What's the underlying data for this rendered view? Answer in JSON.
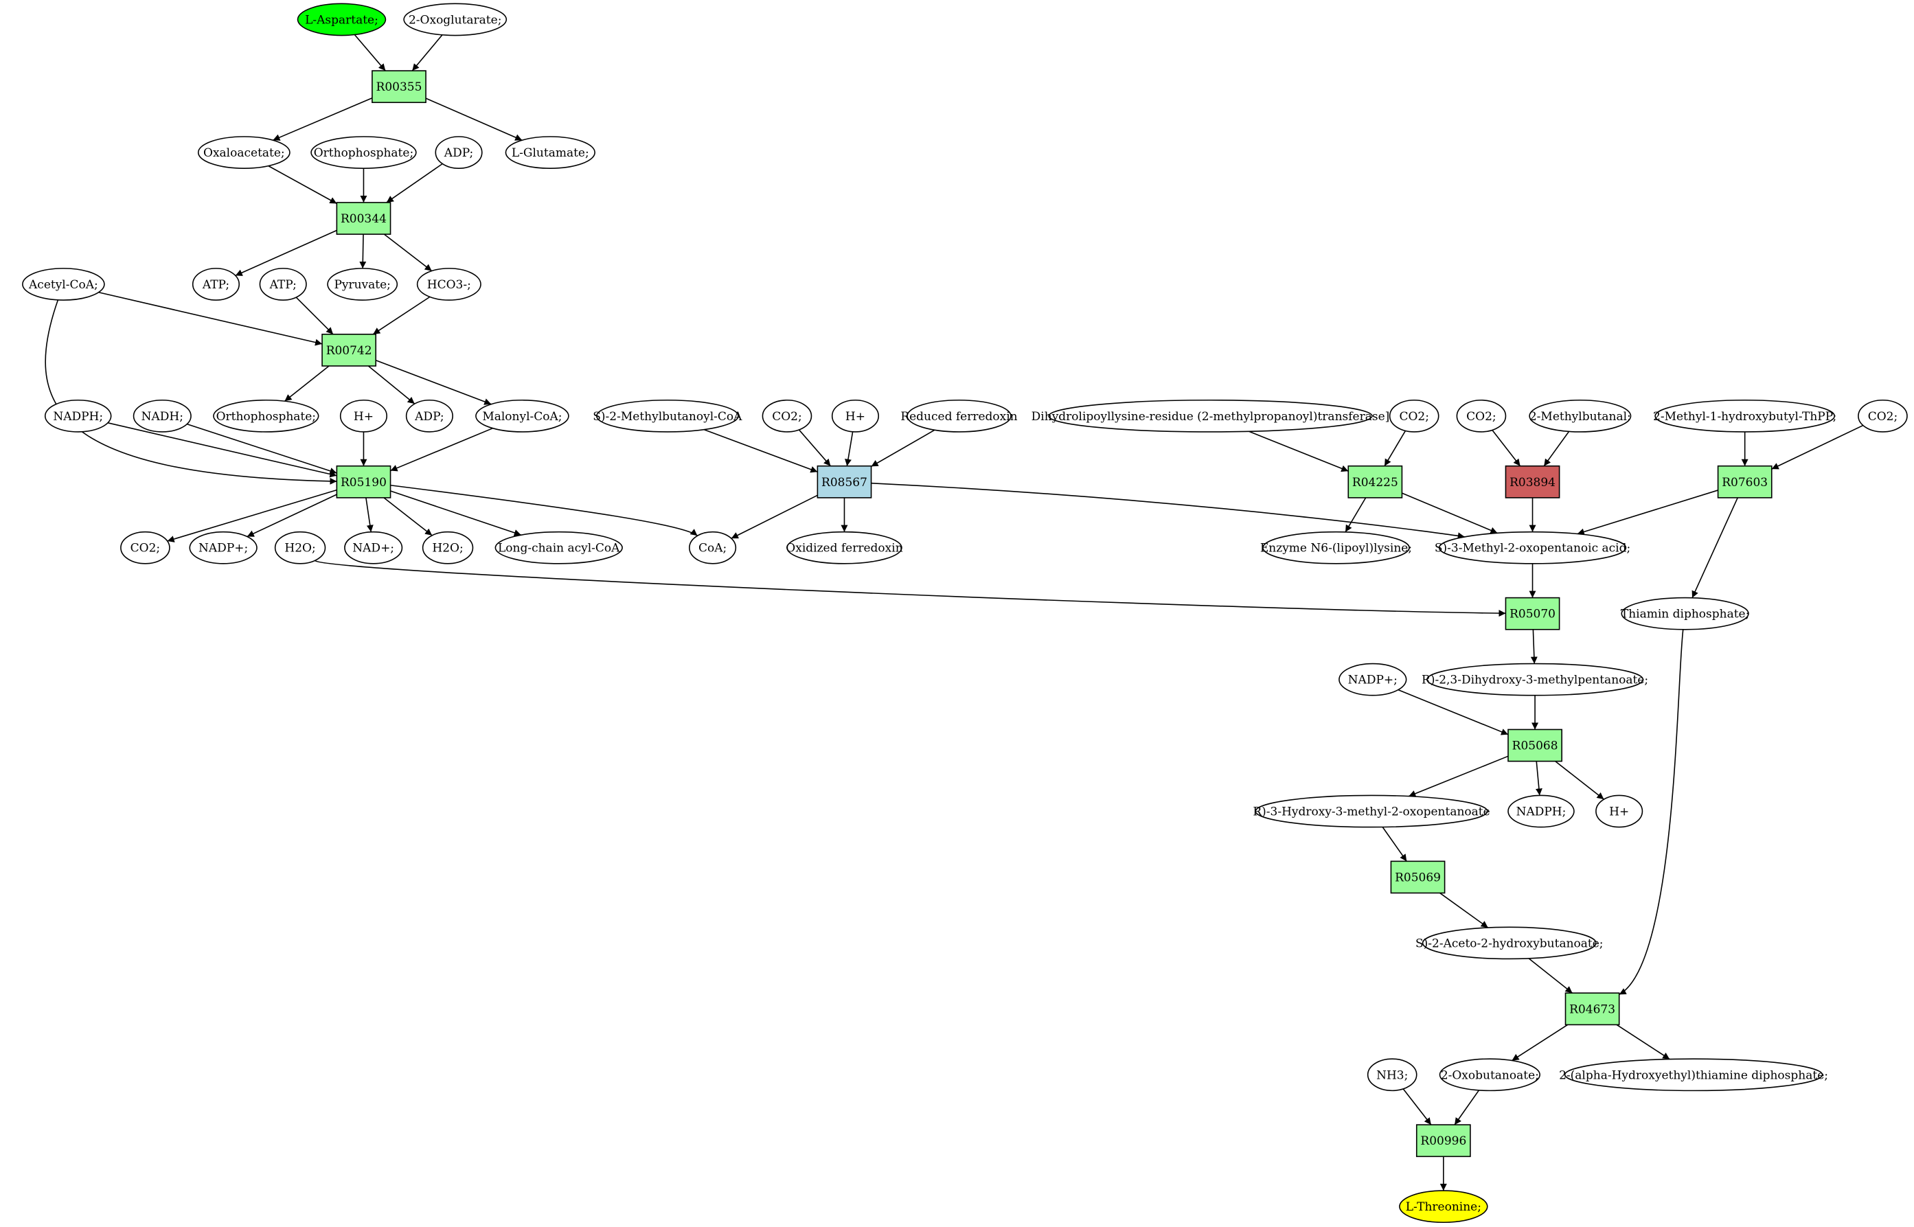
{
  "colors": {
    "start": "#00ff00",
    "end": "#ffff00",
    "reaction": "#98fb98",
    "reaction_alt": "#add8e6",
    "reaction_blocked": "#cd5c5c",
    "compound": "#ffffff"
  },
  "nodes": [
    {
      "id": "aspartate",
      "label": "L-Aspartate;",
      "kind": "compound",
      "fill": "start"
    },
    {
      "id": "oxoglutarate",
      "label": "2-Oxoglutarate;",
      "kind": "compound"
    },
    {
      "id": "r00355",
      "label": "R00355",
      "kind": "reaction",
      "fill": "reaction"
    },
    {
      "id": "oxaloacetate",
      "label": "Oxaloacetate;",
      "kind": "compound"
    },
    {
      "id": "orthophosphate1",
      "label": "Orthophosphate;",
      "kind": "compound"
    },
    {
      "id": "adp1",
      "label": "ADP;",
      "kind": "compound"
    },
    {
      "id": "glutamate",
      "label": "L-Glutamate;",
      "kind": "compound"
    },
    {
      "id": "r00344",
      "label": "R00344",
      "kind": "reaction",
      "fill": "reaction"
    },
    {
      "id": "acetylcoa",
      "label": "Acetyl-CoA;",
      "kind": "compound"
    },
    {
      "id": "atp1",
      "label": "ATP;",
      "kind": "compound"
    },
    {
      "id": "atp2",
      "label": "ATP;",
      "kind": "compound"
    },
    {
      "id": "pyruvate",
      "label": "Pyruvate;",
      "kind": "compound"
    },
    {
      "id": "hco3",
      "label": "HCO3-;",
      "kind": "compound"
    },
    {
      "id": "r00742",
      "label": "R00742",
      "kind": "reaction",
      "fill": "reaction"
    },
    {
      "id": "nadph1",
      "label": "NADPH;",
      "kind": "compound"
    },
    {
      "id": "nadh",
      "label": "NADH;",
      "kind": "compound"
    },
    {
      "id": "orthophosphate2",
      "label": "Orthophosphate;",
      "kind": "compound"
    },
    {
      "id": "hplus1",
      "label": "H+",
      "kind": "compound"
    },
    {
      "id": "adp2",
      "label": "ADP;",
      "kind": "compound"
    },
    {
      "id": "malonylcoa",
      "label": "Malonyl-CoA;",
      "kind": "compound"
    },
    {
      "id": "r05190",
      "label": "R05190",
      "kind": "reaction",
      "fill": "reaction"
    },
    {
      "id": "co2a",
      "label": "CO2;",
      "kind": "compound"
    },
    {
      "id": "nadp1",
      "label": "NADP+;",
      "kind": "compound"
    },
    {
      "id": "h2o1",
      "label": "H2O;",
      "kind": "compound"
    },
    {
      "id": "nad",
      "label": "NAD+;",
      "kind": "compound"
    },
    {
      "id": "h2o2",
      "label": "H2O;",
      "kind": "compound"
    },
    {
      "id": "longchain",
      "label": "Long-chain acyl-CoA",
      "kind": "compound"
    },
    {
      "id": "coa",
      "label": "CoA;",
      "kind": "compound"
    },
    {
      "id": "methylbutanoylcoa",
      "label": "S)-2-Methylbutanoyl-CoA",
      "kind": "compound"
    },
    {
      "id": "co2b",
      "label": "CO2;",
      "kind": "compound"
    },
    {
      "id": "hplus2",
      "label": "H+",
      "kind": "compound"
    },
    {
      "id": "redferredoxin",
      "label": "Reduced ferredoxin",
      "kind": "compound"
    },
    {
      "id": "r08567",
      "label": "R08567",
      "kind": "reaction",
      "fill": "reaction_alt"
    },
    {
      "id": "oxferredoxin",
      "label": "Oxidized ferredoxin",
      "kind": "compound"
    },
    {
      "id": "dihydrolipoyllysine",
      "label": "Dihydrolipoyllysine-residue (2-methylpropanoyl)transferase]",
      "kind": "compound"
    },
    {
      "id": "co2c",
      "label": "CO2;",
      "kind": "compound"
    },
    {
      "id": "r04225",
      "label": "R04225",
      "kind": "reaction",
      "fill": "reaction"
    },
    {
      "id": "enzymen6",
      "label": "Enzyme N6-(lipoyl)lysine;",
      "kind": "compound"
    },
    {
      "id": "co2d",
      "label": "CO2;",
      "kind": "compound"
    },
    {
      "id": "methylbutanal",
      "label": "2-Methylbutanal;",
      "kind": "compound"
    },
    {
      "id": "r03894",
      "label": "R03894",
      "kind": "reaction",
      "fill": "reaction_blocked"
    },
    {
      "id": "methylhydroxybutylthpp",
      "label": "2-Methyl-1-hydroxybutyl-ThPP;",
      "kind": "compound"
    },
    {
      "id": "co2e",
      "label": "CO2;",
      "kind": "compound"
    },
    {
      "id": "r07603",
      "label": "R07603",
      "kind": "reaction",
      "fill": "reaction"
    },
    {
      "id": "oxopentanoic",
      "label": "S)-3-Methyl-2-oxopentanoic acid;",
      "kind": "compound"
    },
    {
      "id": "thiamin",
      "label": "Thiamin diphosphate;",
      "kind": "compound"
    },
    {
      "id": "r05070",
      "label": "R05070",
      "kind": "reaction",
      "fill": "reaction"
    },
    {
      "id": "nadp2",
      "label": "NADP+;",
      "kind": "compound"
    },
    {
      "id": "dihydroxy",
      "label": "R)-2,3-Dihydroxy-3-methylpentanoate;",
      "kind": "compound"
    },
    {
      "id": "r05068",
      "label": "R05068",
      "kind": "reaction",
      "fill": "reaction"
    },
    {
      "id": "hydroxymethyl",
      "label": "R)-3-Hydroxy-3-methyl-2-oxopentanoate",
      "kind": "compound"
    },
    {
      "id": "nadph2",
      "label": "NADPH;",
      "kind": "compound"
    },
    {
      "id": "hplus3",
      "label": "H+",
      "kind": "compound"
    },
    {
      "id": "r05069",
      "label": "R05069",
      "kind": "reaction",
      "fill": "reaction"
    },
    {
      "id": "acetohydroxy",
      "label": "S)-2-Aceto-2-hydroxybutanoate;",
      "kind": "compound"
    },
    {
      "id": "r04673",
      "label": "R04673",
      "kind": "reaction",
      "fill": "reaction"
    },
    {
      "id": "nh3",
      "label": "NH3;",
      "kind": "compound"
    },
    {
      "id": "oxobutanoate",
      "label": "2-Oxobutanoate;",
      "kind": "compound"
    },
    {
      "id": "hydroxyethylthpp",
      "label": "2-(alpha-Hydroxyethyl)thiamine diphosphate;",
      "kind": "compound"
    },
    {
      "id": "r00996",
      "label": "R00996",
      "kind": "reaction",
      "fill": "reaction"
    },
    {
      "id": "threonine",
      "label": "L-Threonine;",
      "kind": "compound",
      "fill": "end"
    }
  ],
  "edges": [
    [
      "aspartate",
      "r00355"
    ],
    [
      "oxoglutarate",
      "r00355"
    ],
    [
      "r00355",
      "oxaloacetate"
    ],
    [
      "r00355",
      "glutamate"
    ],
    [
      "oxaloacetate",
      "r00344"
    ],
    [
      "orthophosphate1",
      "r00344"
    ],
    [
      "adp1",
      "r00344"
    ],
    [
      "r00344",
      "atp1"
    ],
    [
      "r00344",
      "pyruvate"
    ],
    [
      "r00344",
      "hco3"
    ],
    [
      "acetylcoa",
      "r00742"
    ],
    [
      "atp2",
      "r00742"
    ],
    [
      "hco3",
      "r00742"
    ],
    [
      "r00742",
      "orthophosphate2"
    ],
    [
      "r00742",
      "adp2"
    ],
    [
      "r00742",
      "malonylcoa"
    ],
    [
      "acetylcoa",
      "r05190"
    ],
    [
      "nadph1",
      "r05190"
    ],
    [
      "nadh",
      "r05190"
    ],
    [
      "hplus1",
      "r05190"
    ],
    [
      "malonylcoa",
      "r05190"
    ],
    [
      "r05190",
      "co2a"
    ],
    [
      "r05190",
      "nadp1"
    ],
    [
      "r05190",
      "nad"
    ],
    [
      "r05190",
      "h2o2"
    ],
    [
      "r05190",
      "longchain"
    ],
    [
      "r05190",
      "coa"
    ],
    [
      "methylbutanoylcoa",
      "r08567"
    ],
    [
      "co2b",
      "r08567"
    ],
    [
      "hplus2",
      "r08567"
    ],
    [
      "redferredoxin",
      "r08567"
    ],
    [
      "r08567",
      "coa"
    ],
    [
      "r08567",
      "oxferredoxin"
    ],
    [
      "r08567",
      "oxopentanoic"
    ],
    [
      "dihydrolipoyllysine",
      "r04225"
    ],
    [
      "co2c",
      "r04225"
    ],
    [
      "r04225",
      "enzymen6"
    ],
    [
      "r04225",
      "oxopentanoic"
    ],
    [
      "co2d",
      "r03894"
    ],
    [
      "methylbutanal",
      "r03894"
    ],
    [
      "r03894",
      "oxopentanoic"
    ],
    [
      "methylhydroxybutylthpp",
      "r07603"
    ],
    [
      "co2e",
      "r07603"
    ],
    [
      "r07603",
      "oxopentanoic"
    ],
    [
      "r07603",
      "thiamin"
    ],
    [
      "oxopentanoic",
      "r05070"
    ],
    [
      "h2o1",
      "r05070"
    ],
    [
      "r05070",
      "dihydroxy"
    ],
    [
      "nadp2",
      "r05068"
    ],
    [
      "dihydroxy",
      "r05068"
    ],
    [
      "r05068",
      "hydroxymethyl"
    ],
    [
      "r05068",
      "nadph2"
    ],
    [
      "r05068",
      "hplus3"
    ],
    [
      "hydroxymethyl",
      "r05069"
    ],
    [
      "r05069",
      "acetohydroxy"
    ],
    [
      "acetohydroxy",
      "r04673"
    ],
    [
      "thiamin",
      "r04673"
    ],
    [
      "r04673",
      "oxobutanoate"
    ],
    [
      "r04673",
      "hydroxyethylthpp"
    ],
    [
      "nh3",
      "r00996"
    ],
    [
      "oxobutanoate",
      "r00996"
    ],
    [
      "r00996",
      "threonine"
    ]
  ]
}
